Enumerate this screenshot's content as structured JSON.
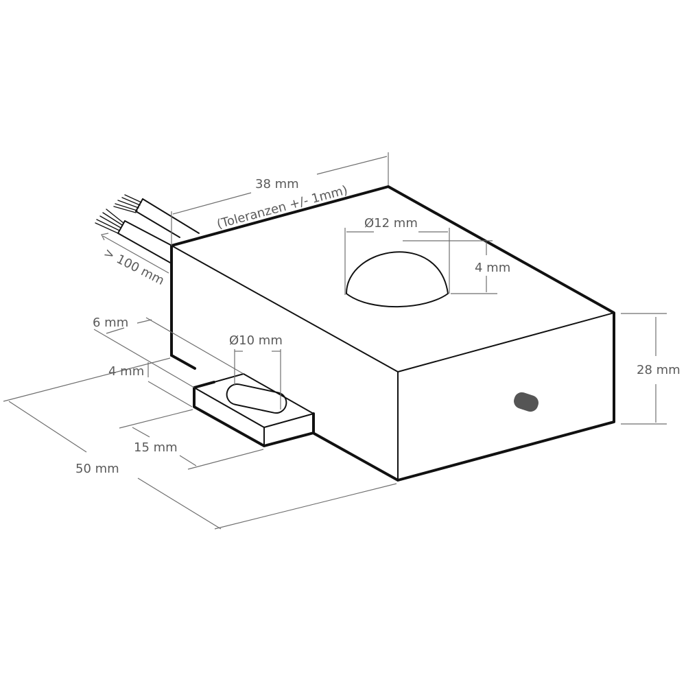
{
  "diagram": {
    "type": "isometric-dimension-drawing",
    "subject": "rectangular housing with dome sensor, mounting tab, cable leads and side indicator",
    "colors": {
      "outline": "#111111",
      "dimension_lines": "#6e6e6e",
      "label_text": "#5a5a5a",
      "indicator": "#555555",
      "background": "#ffffff"
    },
    "labels": {
      "length": "38 mm",
      "tolerance": "(Toleranzen +/- 1mm)",
      "dome_diameter": "Ø12 mm",
      "dome_height": "4 mm",
      "cable_length": "> 100 mm",
      "tab_offset": "6 mm",
      "tab_height": "4 mm",
      "tab_hole_diameter": "Ø10 mm",
      "tab_length": "15 mm",
      "depth": "50 mm",
      "height": "28 mm"
    }
  }
}
